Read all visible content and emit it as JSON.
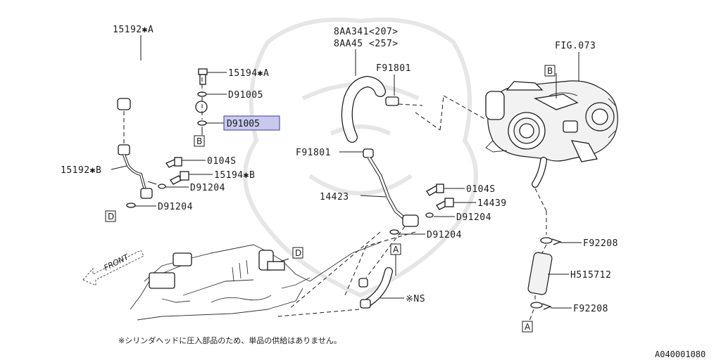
{
  "diagram_ref": "A040001080",
  "note": "※シリンダヘッドに圧入部品のため、単品の供給はありません。",
  "direction_label": "FRONT",
  "highlight_color": "#c9c9ee",
  "parts": {
    "p15192A": "15192✱A",
    "p15194A": "15194✱A",
    "d91005_top": "D91005",
    "d91005_hl": "D91005",
    "p15192B": "15192✱B",
    "p0104S_left": "0104S",
    "p15194B": "15194✱B",
    "d91204_a": "D91204",
    "d91204_b": "D91204",
    "p8AA341": "8AA341<207>",
    "p8AA45": "8AA45 <257>",
    "f91801_top": "F91801",
    "f91801_left": "F91801",
    "p14423": "14423",
    "p0104S_right": "0104S",
    "p14439": "14439",
    "d91204_c": "D91204",
    "d91204_d": "D91204",
    "ns": "※NS",
    "fig073": "FIG.073",
    "f92208_top": "F92208",
    "h515712": "H515712",
    "f92208_bottom": "F92208"
  },
  "callouts": {
    "b1": "B",
    "b2": "B",
    "d1": "D",
    "d2": "D",
    "a1": "A",
    "a2": "A"
  }
}
